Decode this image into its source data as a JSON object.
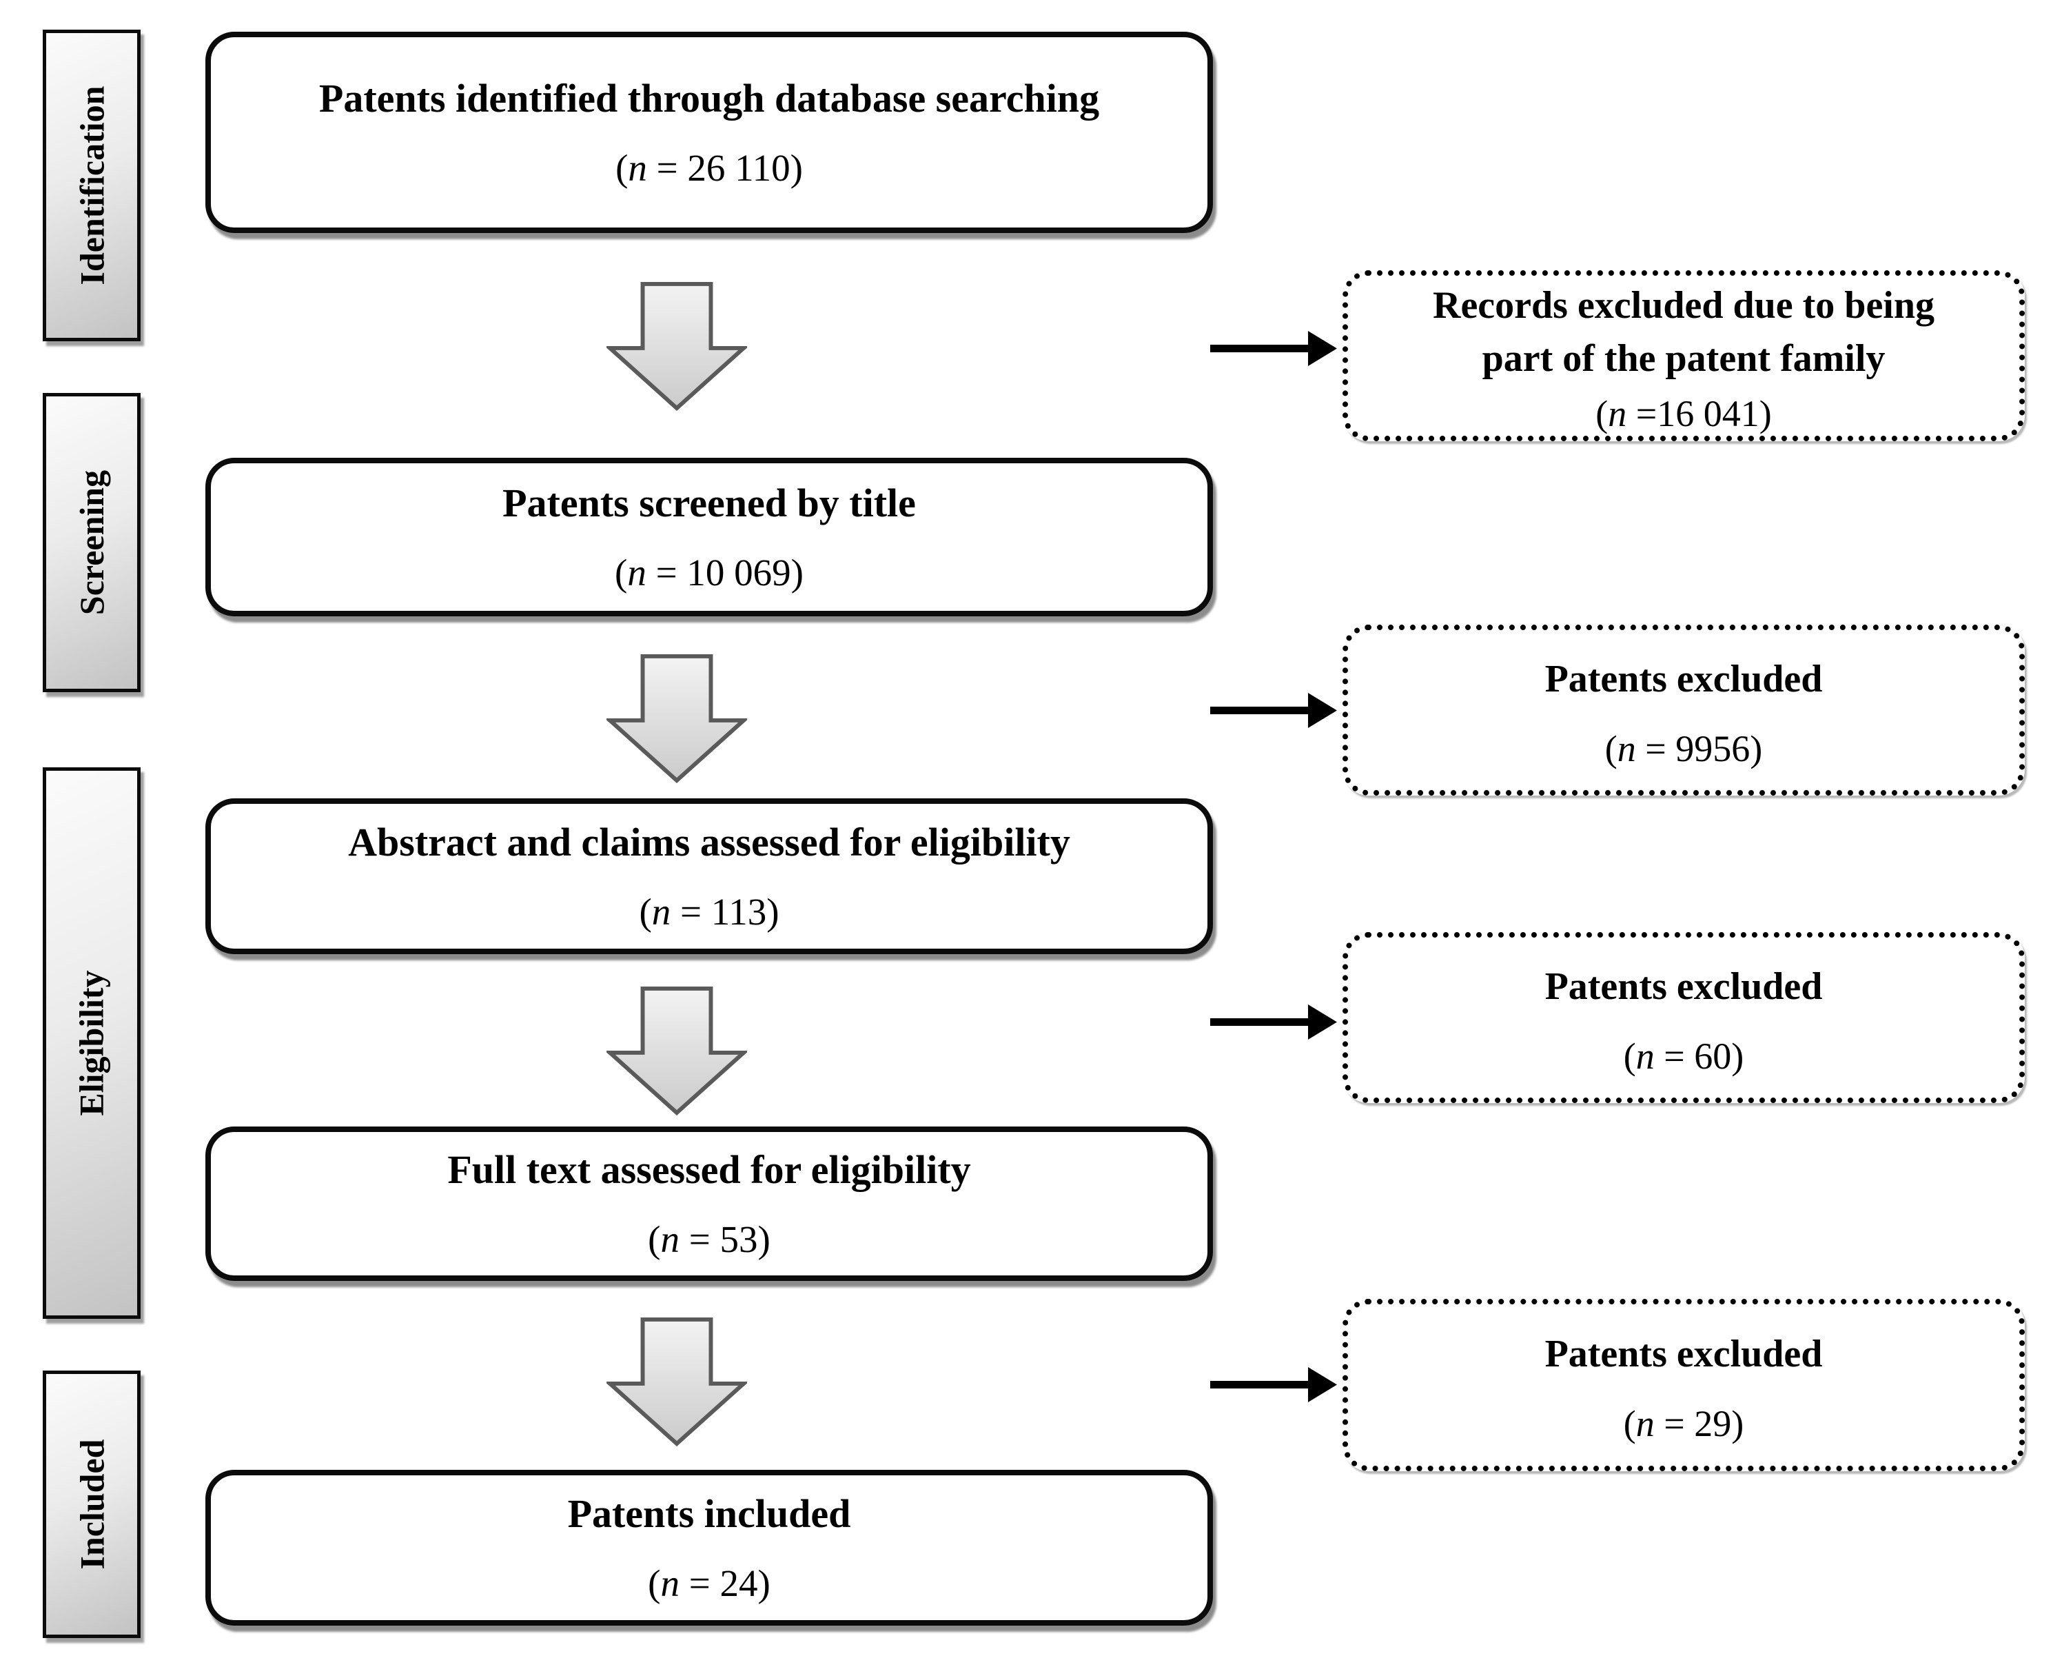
{
  "diagram": {
    "stages": [
      {
        "label": "Identification"
      },
      {
        "label": "Screening"
      },
      {
        "label": "Eligibility"
      },
      {
        "label": "Included"
      }
    ],
    "flow_boxes": [
      {
        "title": "Patents identified through database searching",
        "count_open": "(",
        "count_var": "n",
        "count_rest": " = 26 110)"
      },
      {
        "title": "Patents screened by title",
        "count_open": "(",
        "count_var": "n",
        "count_rest": " = 10 069)"
      },
      {
        "title": "Abstract and claims assessed for eligibility",
        "count_open": "(",
        "count_var": "n",
        "count_rest": " = 113)"
      },
      {
        "title": "Full text assessed for eligibility",
        "count_open": "(",
        "count_var": "n",
        "count_rest": " = 53)"
      },
      {
        "title": "Patents included",
        "count_open": "(",
        "count_var": "n",
        "count_rest": " = 24)"
      }
    ],
    "excluded_boxes": [
      {
        "title_lines": [
          "Records excluded due to being",
          "part of the patent family"
        ],
        "count_open": "(",
        "count_var": "n",
        "count_rest": " =16 041)"
      },
      {
        "title_lines": [
          "Patents excluded"
        ],
        "count_open": "(",
        "count_var": "n",
        "count_rest": " = 9956)"
      },
      {
        "title_lines": [
          "Patents excluded"
        ],
        "count_open": "(",
        "count_var": "n",
        "count_rest": " = 60)"
      },
      {
        "title_lines": [
          "Patents excluded"
        ],
        "count_open": "(",
        "count_var": "n",
        "count_rest": " = 29)"
      }
    ],
    "colors": {
      "background": "#ffffff",
      "box_border": "#000000",
      "text": "#000000",
      "stage_gradient_start": "#fbfbfb",
      "stage_gradient_end": "#c3c3c3",
      "arrow_gradient_start": "#f3f3f3",
      "arrow_gradient_end": "#cbcbcb",
      "arrow_outline": "#5a5a5a",
      "connector": "#000000"
    }
  }
}
